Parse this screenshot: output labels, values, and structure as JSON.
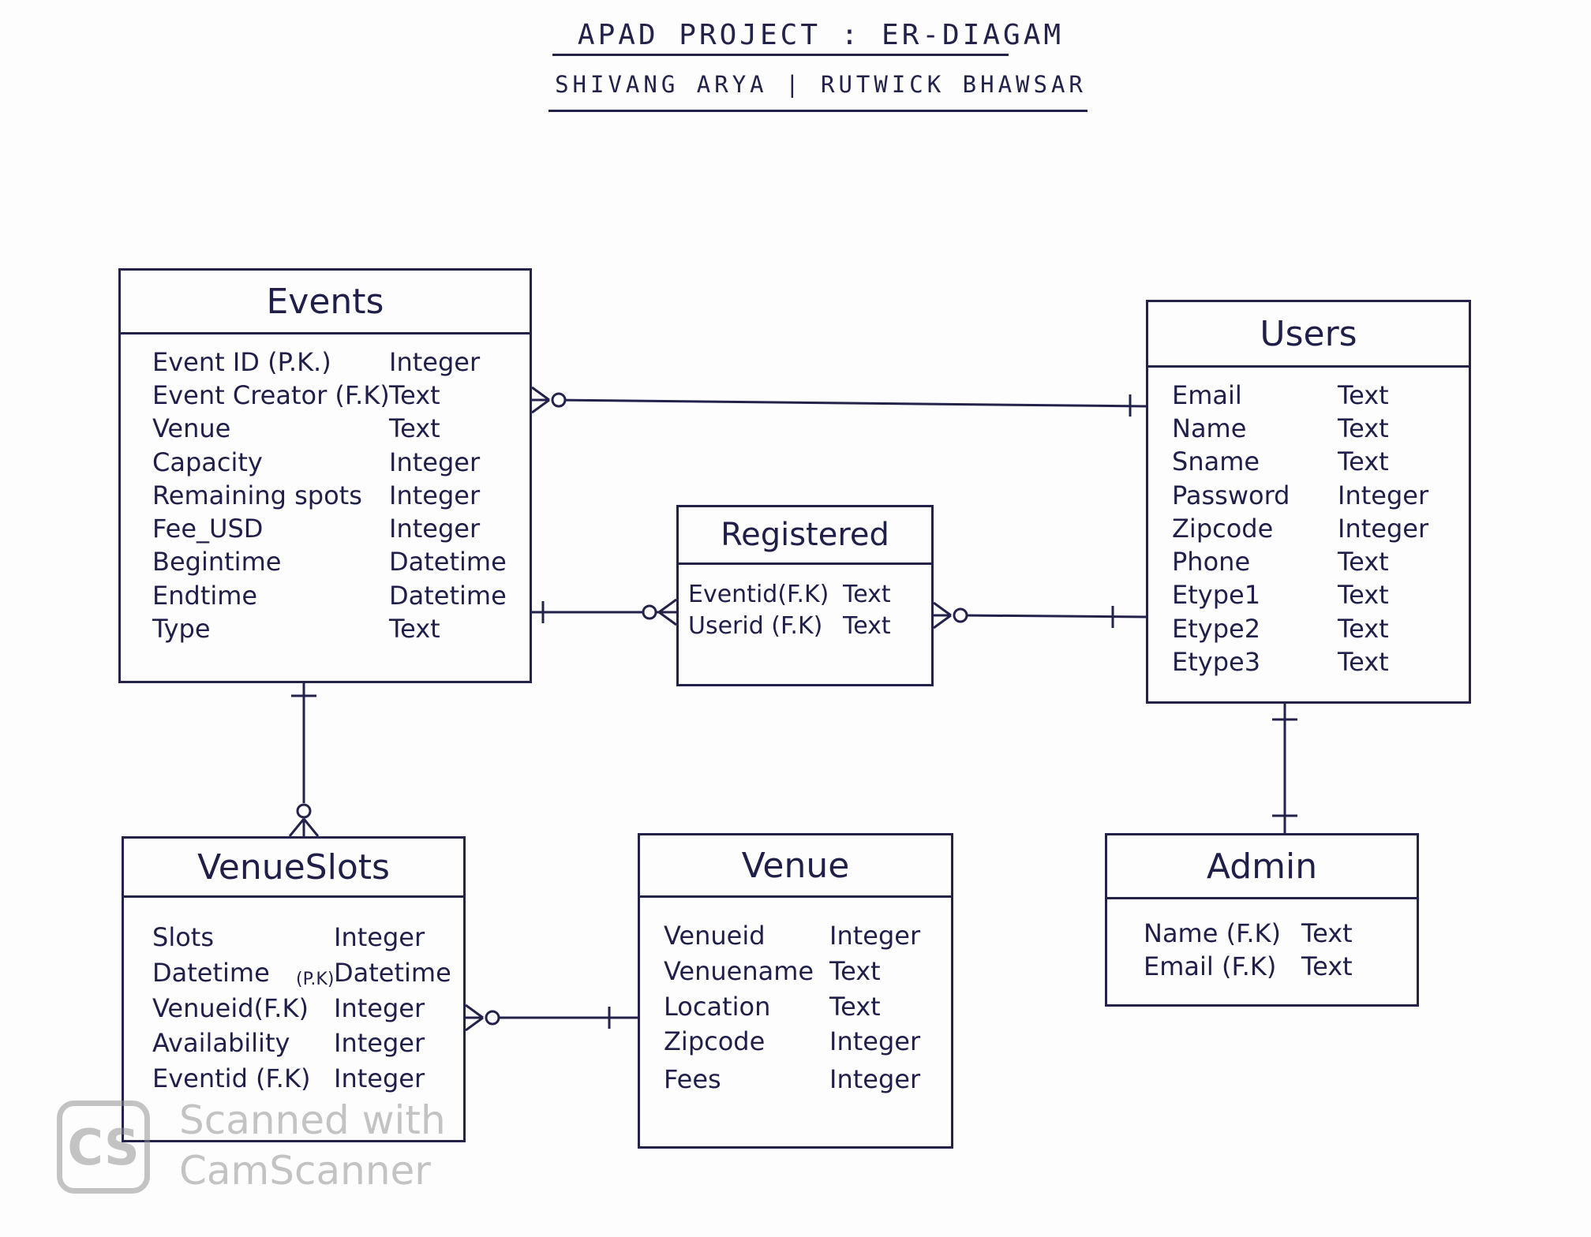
{
  "header": {
    "title": "APAD PROJECT : ER-DIAGAM",
    "authors": "SHIVANG ARYA | RUTWICK BHAWSAR"
  },
  "entities": {
    "events": {
      "name": "Events",
      "attributes": [
        {
          "name": "Event ID (P.K.)",
          "type": "Integer"
        },
        {
          "name": "Event Creator (F.K)",
          "type": "Text"
        },
        {
          "name": "Venue",
          "type": "Text"
        },
        {
          "name": "Capacity",
          "type": "Integer"
        },
        {
          "name": "Remaining spots",
          "type": "Integer"
        },
        {
          "name": "Fee_USD",
          "type": "Integer"
        },
        {
          "name": "Begintime",
          "type": "Datetime"
        },
        {
          "name": "Endtime",
          "type": "Datetime"
        },
        {
          "name": "Type",
          "type": "Text"
        }
      ]
    },
    "users": {
      "name": "Users",
      "attributes": [
        {
          "name": "Email",
          "type": "Text"
        },
        {
          "name": "Name",
          "type": "Text"
        },
        {
          "name": "Sname",
          "type": "Text"
        },
        {
          "name": "Password",
          "type": "Integer"
        },
        {
          "name": "Zipcode",
          "type": "Integer"
        },
        {
          "name": "Phone",
          "type": "Text"
        },
        {
          "name": "Etype1",
          "type": "Text"
        },
        {
          "name": "Etype2",
          "type": "Text"
        },
        {
          "name": "Etype3",
          "type": "Text"
        }
      ]
    },
    "registered": {
      "name": "Registered",
      "attributes": [
        {
          "name": "Eventid(F.K)",
          "type": "Text"
        },
        {
          "name": "Userid (F.K)",
          "type": "Text"
        }
      ]
    },
    "venueslots": {
      "name": "VenueSlots",
      "pk_note": "(P.K)",
      "attributes": [
        {
          "name": "Slots",
          "type": "Integer"
        },
        {
          "name": "Datetime",
          "type": "Datetime"
        },
        {
          "name": "Venueid(F.K)",
          "type": "Integer"
        },
        {
          "name": "Availability",
          "type": "Integer"
        },
        {
          "name": "Eventid (F.K)",
          "type": "Integer"
        }
      ]
    },
    "venue": {
      "name": "Venue",
      "attributes": [
        {
          "name": "Venueid",
          "type": "Integer"
        },
        {
          "name": "Venuename",
          "type": "Text"
        },
        {
          "name": "Location",
          "type": "Text"
        },
        {
          "name": "Zipcode",
          "type": "Integer"
        },
        {
          "name": "Fees",
          "type": "Integer"
        }
      ]
    },
    "admin": {
      "name": "Admin",
      "attributes": [
        {
          "name": "Name (F.K)",
          "type": "Text"
        },
        {
          "name": "Email (F.K)",
          "type": "Text"
        }
      ]
    }
  },
  "relationships": [
    {
      "from": "events",
      "to": "users",
      "from_card": "zero-or-many",
      "to_card": "one"
    },
    {
      "from": "events",
      "to": "registered",
      "from_card": "one",
      "to_card": "zero-or-many"
    },
    {
      "from": "registered",
      "to": "users",
      "from_card": "zero-or-many",
      "to_card": "one"
    },
    {
      "from": "events",
      "to": "venueslots",
      "from_card": "one",
      "to_card": "zero-or-many"
    },
    {
      "from": "venueslots",
      "to": "venue",
      "from_card": "zero-or-many",
      "to_card": "one"
    },
    {
      "from": "users",
      "to": "admin",
      "from_card": "one",
      "to_card": "one"
    }
  ],
  "watermark": {
    "logo": "CS",
    "line1": "Scanned with",
    "line2": "CamScanner"
  }
}
